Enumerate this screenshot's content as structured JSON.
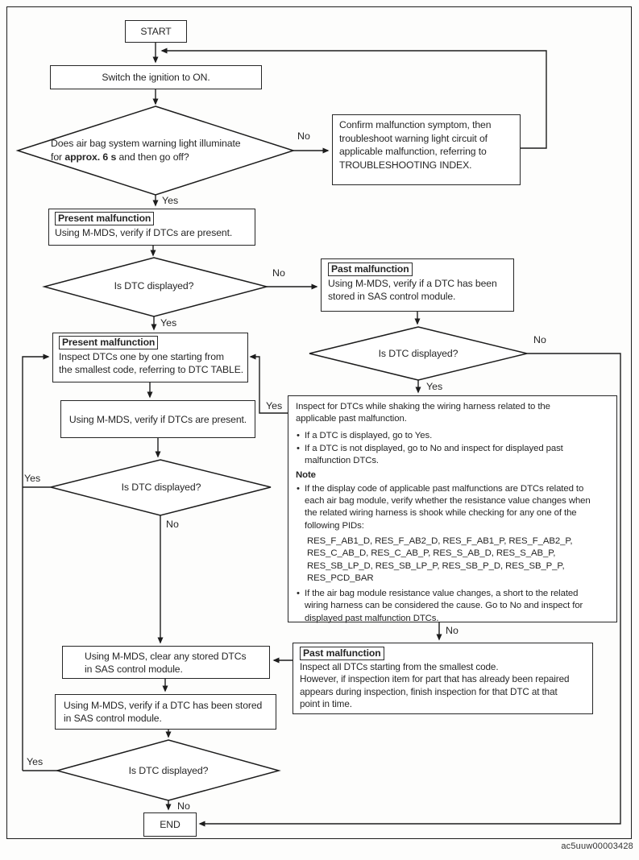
{
  "figure_code": "ac5uuw00003428",
  "labels": {
    "yes": "Yes",
    "no": "No"
  },
  "nodes": {
    "start": "START",
    "end": "END",
    "ignition": "Switch the ignition to ON.",
    "warning_decision": {
      "line1": "Does air bag system warning light illuminate",
      "line2_pre": "for ",
      "line2_bold": "approx. 6 s",
      "line2_post": " and then go off?"
    },
    "confirm": {
      "lines": [
        "Confirm malfunction symptom, then",
        "troubleshoot warning light circuit of",
        "applicable malfunction, referring to",
        "TROUBLESHOOTING INDEX."
      ]
    },
    "present_malfunction_verify": {
      "title": "Present malfunction",
      "lines": [
        "Using M-MDS, verify if DTCs are present."
      ]
    },
    "is_dtc_displayed": "Is DTC displayed?",
    "past_malfunction_stored": {
      "title": "Past malfunction",
      "lines": [
        "Using M-MDS, verify if a DTC has been",
        "stored in SAS control module."
      ]
    },
    "present_malfunction_inspect": {
      "title": "Present malfunction",
      "lines": [
        "Inspect DTCs one by one starting from",
        "the smallest code, referring to DTC TABLE."
      ]
    },
    "verify_dtcs_present": "Using M-MDS, verify if DTCs are present.",
    "harness": {
      "intro": [
        "Inspect for DTCs while shaking the wiring harness related to the",
        "applicable past malfunction."
      ],
      "bullet1": [
        "If a DTC is displayed, go to Yes."
      ],
      "bullet2": [
        "If a DTC is not displayed, go to No and inspect for displayed past",
        "malfunction DTCs."
      ],
      "note_title": "Note",
      "note_bullet1": [
        "If the display code of applicable past malfunctions are DTCs related to",
        "each air bag module, verify whether the resistance value changes when",
        "the related wiring harness is shook while checking for any one of the",
        "following PIDs:"
      ],
      "pids": [
        "RES_F_AB1_D, RES_F_AB2_D, RES_F_AB1_P, RES_F_AB2_P,",
        "RES_C_AB_D, RES_C_AB_P, RES_S_AB_D, RES_S_AB_P,",
        "RES_SB_LP_D, RES_SB_LP_P, RES_SB_P_D, RES_SB_P_P,",
        "RES_PCD_BAR"
      ],
      "note_bullet2": [
        "If the air bag module resistance value changes, a short to the related",
        "wiring harness can be considered the cause. Go to No and inspect for",
        "displayed past malfunction DTCs."
      ]
    },
    "past_malfunction_inspect_all": {
      "title": "Past malfunction",
      "lines": [
        "Inspect all DTCs starting from the smallest code.",
        "However, if inspection item for part that has already been repaired",
        "appears during inspection, finish inspection for that DTC at that",
        "point in time."
      ]
    },
    "clear_dtcs": {
      "lines": [
        "Using M-MDS, clear any stored DTCs",
        "in SAS control module."
      ]
    },
    "verify_stored": {
      "lines": [
        "Using M-MDS, verify if a DTC has been stored",
        "in SAS control module."
      ]
    }
  }
}
